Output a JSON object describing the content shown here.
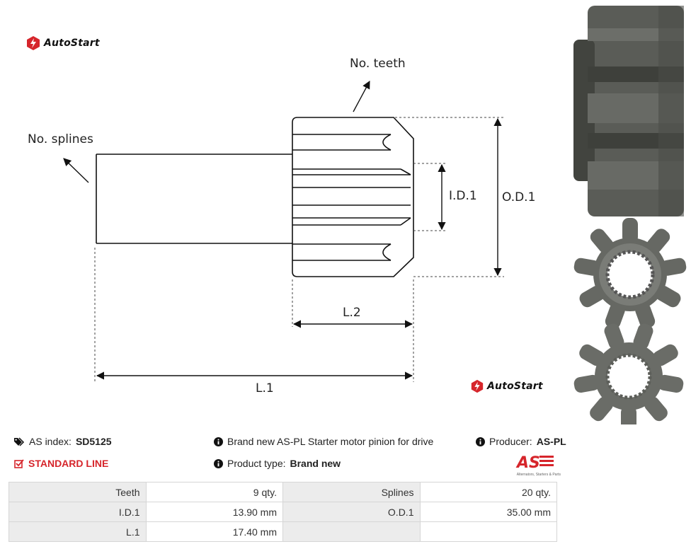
{
  "logo_text": "AutoStart",
  "diagram": {
    "no_teeth": "No. teeth",
    "no_splines": "No. splines",
    "id1": "I.D.1",
    "od1": "O.D.1",
    "l2": "L.2",
    "l1": "L.1"
  },
  "info": {
    "as_index_label": "AS index:",
    "as_index_value": "SD5125",
    "line_label": "STANDARD LINE",
    "description": "Brand new AS-PL Starter motor pinion for drive",
    "product_type_label": "Product type:",
    "product_type_value": "Brand new",
    "producer_label": "Producer:",
    "producer_value": "AS-PL",
    "as_logo_caption": "Alternators, Starters & Parts"
  },
  "specs": [
    {
      "k1": "Teeth",
      "v1": "9 qty.",
      "k2": "Splines",
      "v2": "20 qty."
    },
    {
      "k1": "I.D.1",
      "v1": "13.90 mm",
      "k2": "O.D.1",
      "v2": "35.00 mm"
    },
    {
      "k1": "L.1",
      "v1": "17.40 mm",
      "k2": "",
      "v2": ""
    }
  ],
  "colors": {
    "brand_red": "#d6252b",
    "metal": "#5e605b"
  }
}
